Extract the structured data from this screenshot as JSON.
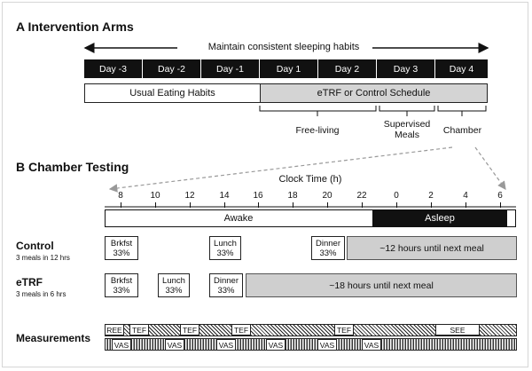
{
  "section_a": {
    "title": "A  Intervention Arms",
    "arrow_label": "Maintain consistent sleeping habits",
    "days": [
      "Day -3",
      "Day -2",
      "Day -1",
      "Day 1",
      "Day 2",
      "Day 3",
      "Day 4"
    ],
    "phases": [
      "Usual Eating Habits",
      "eTRF or Control Schedule"
    ],
    "bracket_labels": [
      "Free-living",
      "Supervised Meals",
      "Chamber"
    ]
  },
  "section_b": {
    "title": "B  Chamber Testing",
    "axis_title": "Clock Time (h)",
    "ticks": [
      "8",
      "10",
      "12",
      "14",
      "16",
      "18",
      "20",
      "22",
      "0",
      "2",
      "4",
      "6"
    ],
    "awake_label": "Awake",
    "asleep_label": "Asleep",
    "control": {
      "title": "Control",
      "subtitle": "3 meals in 12 hrs",
      "meals": [
        {
          "name": "Brkfst",
          "pct": "33%"
        },
        {
          "name": "Lunch",
          "pct": "33%"
        },
        {
          "name": "Dinner",
          "pct": "33%"
        }
      ],
      "fast_label": "~12 hours until next meal"
    },
    "etrf": {
      "title": "eTRF",
      "subtitle": "3 meals in 6 hrs",
      "meals": [
        {
          "name": "Brkfst",
          "pct": "33%"
        },
        {
          "name": "Lunch",
          "pct": "33%"
        },
        {
          "name": "Dinner",
          "pct": "33%"
        }
      ],
      "fast_label": "~18 hours until next meal"
    },
    "measurements": {
      "title": "Measurements",
      "top_labels": [
        "REE",
        "TEF",
        "TEF",
        "TEF",
        "TEF",
        "SEE"
      ],
      "vas_label": "VAS"
    }
  }
}
